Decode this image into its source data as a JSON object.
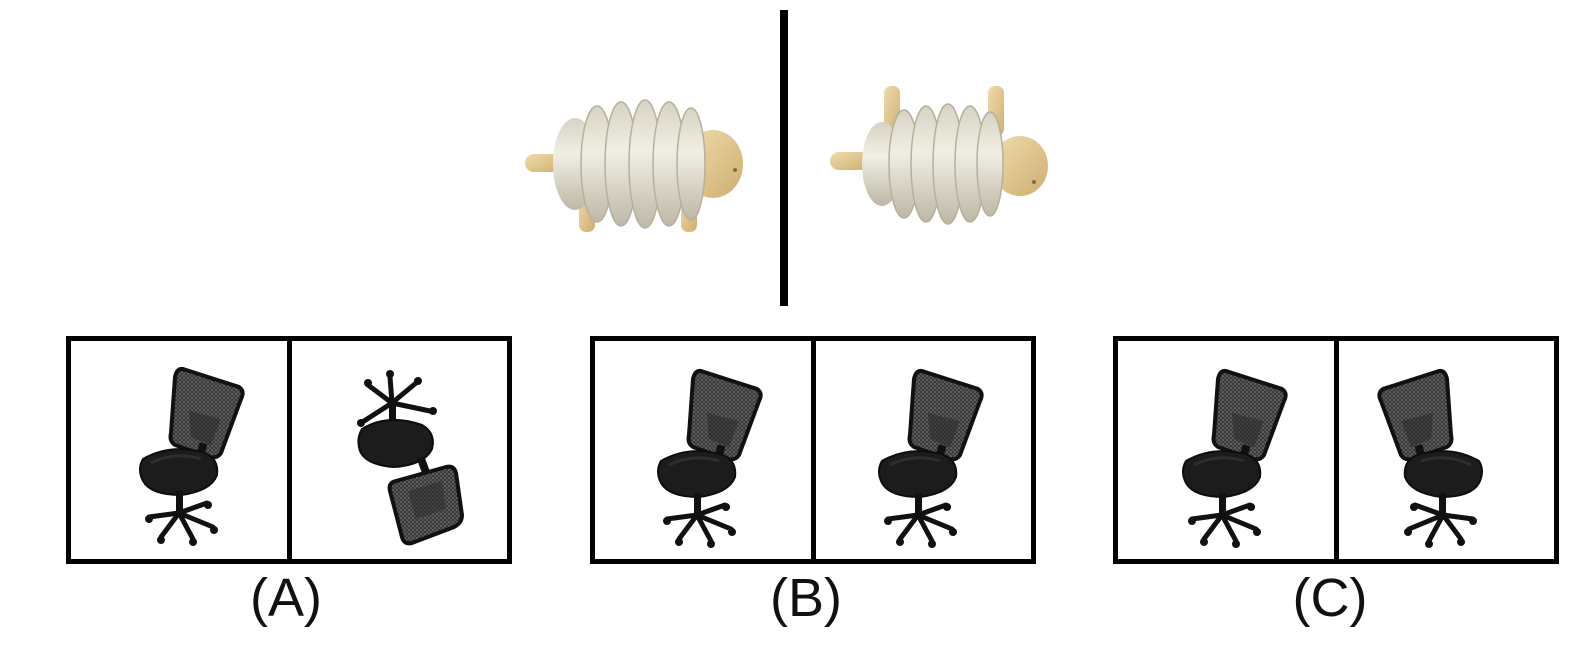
{
  "reference": {
    "left_view_icon": "toy-sheep-icon",
    "right_view_icon": "toy-sheep-icon"
  },
  "options": [
    {
      "label": "(A)",
      "left_icon": "office-chair-icon",
      "right_icon": "office-chair-icon"
    },
    {
      "label": "(B)",
      "left_icon": "office-chair-icon",
      "right_icon": "office-chair-icon"
    },
    {
      "label": "(C)",
      "left_icon": "office-chair-icon",
      "right_icon": "office-chair-icon"
    }
  ],
  "colors": {
    "wood": "#e6cf9c",
    "ring": "#e7e3d6",
    "ring_shade": "#cfcab8",
    "chair": "#1a1a1a",
    "mesh": "#5a5a5a"
  }
}
